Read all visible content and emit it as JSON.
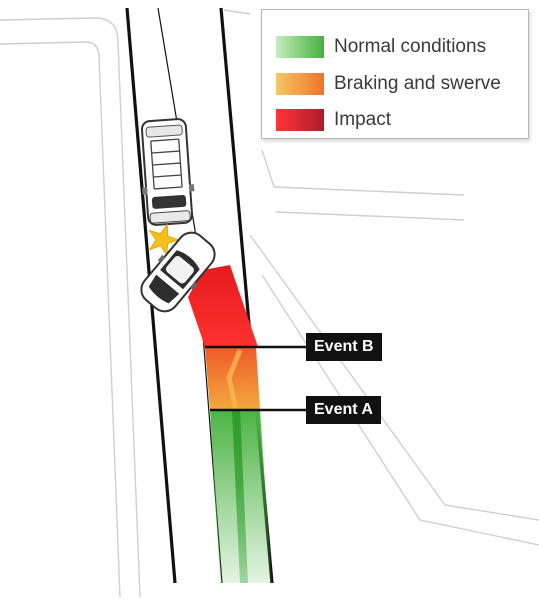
{
  "legend": {
    "items": [
      {
        "label": "Normal conditions",
        "colors": [
          "#c9eec1",
          "#4fb848"
        ]
      },
      {
        "label": "Braking and swerve",
        "colors": [
          "#f5c96a",
          "#ee7a2c"
        ]
      },
      {
        "label": "Impact",
        "colors": [
          "#ff3b3b",
          "#b31d2c"
        ]
      }
    ]
  },
  "events": {
    "b": {
      "label": "Event B"
    },
    "a": {
      "label": "Event A"
    }
  },
  "colors": {
    "road_edge": "#111111",
    "street_line": "#c9c9c9",
    "normal": "#4fb848",
    "normal_center": "#2f9e2a",
    "braking": "#ef8a31",
    "impact": "#ee2222",
    "star": "#f5c018",
    "label_bg": "#111111",
    "label_text": "#ffffff"
  }
}
